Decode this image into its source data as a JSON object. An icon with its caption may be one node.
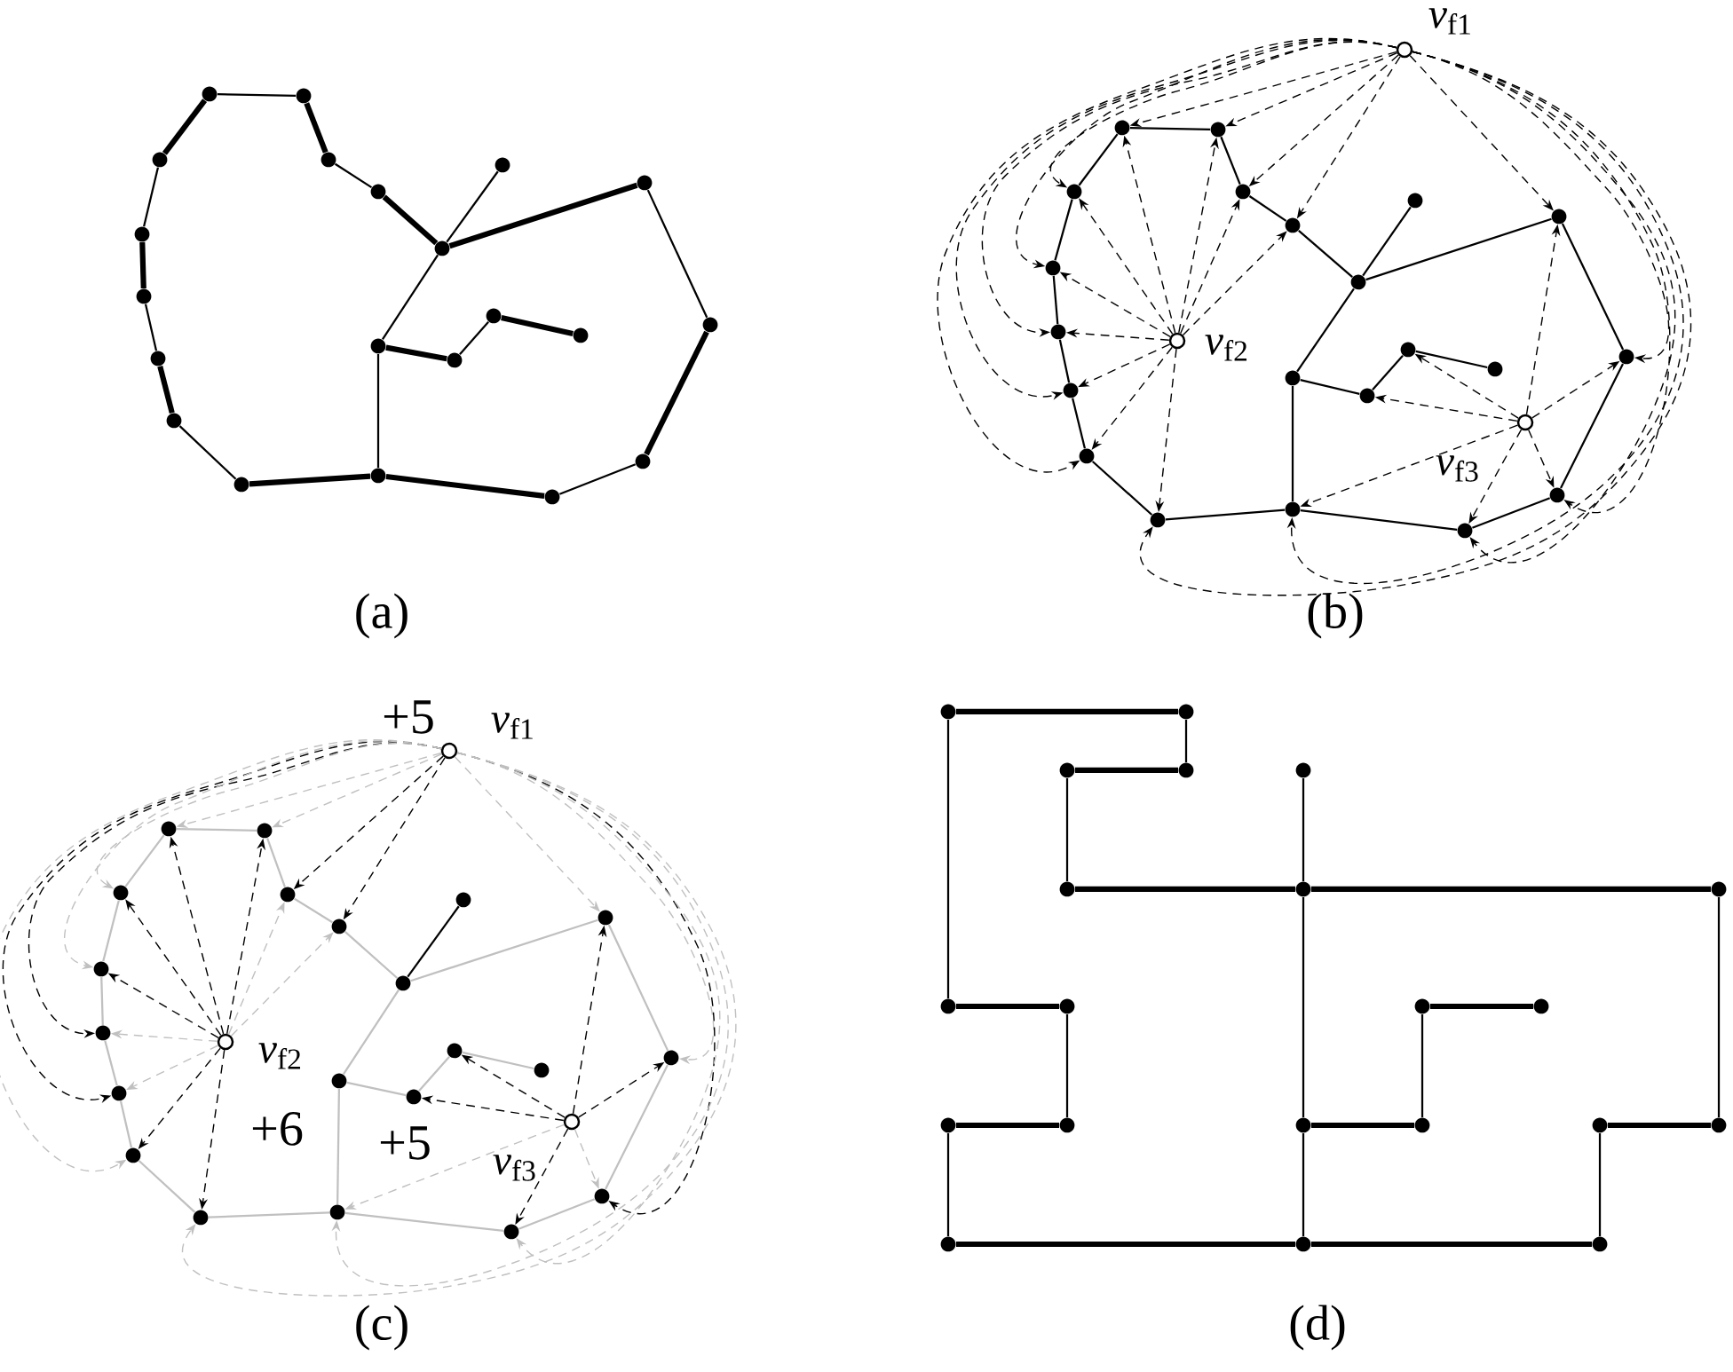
{
  "diagram": {
    "nodes": [
      {
        "text": [],
        "shape": "dot"
      },
      {
        "text": [],
        "shape": "dot"
      },
      {
        "text": [],
        "shape": "dot"
      },
      {
        "text": [],
        "shape": "dot"
      },
      {
        "text": [],
        "shape": "dot"
      },
      {
        "text": [],
        "shape": "dot"
      },
      {
        "text": [],
        "shape": "dot"
      },
      {
        "text": [],
        "shape": "dot"
      },
      {
        "text": [],
        "shape": "dot"
      },
      {
        "text": [],
        "shape": "dot"
      },
      {
        "text": [],
        "shape": "dot"
      },
      {
        "text": [],
        "shape": "dot"
      },
      {
        "text": [],
        "shape": "dot"
      },
      {
        "text": [],
        "shape": "dot"
      },
      {
        "text": [],
        "shape": "dot"
      },
      {
        "text": [],
        "shape": "dot"
      },
      {
        "text": [],
        "shape": "dot"
      },
      {
        "text": [],
        "shape": "dot"
      },
      {
        "text": [],
        "shape": "dot"
      },
      {
        "text": [],
        "shape": "dot"
      },
      {
        "text": [],
        "shape": "dot"
      },
      {
        "text": [],
        "shape": "circle",
        "beside": [
          "*v*$_{f1}$"
        ]
      },
      {
        "text": [],
        "shape": "dot"
      },
      {
        "text": [],
        "shape": "dot"
      },
      {
        "text": [],
        "shape": "dot"
      },
      {
        "text": [],
        "shape": "dot"
      },
      {
        "text": [],
        "shape": "dot"
      },
      {
        "text": [],
        "shape": "dot"
      },
      {
        "text": [],
        "shape": "dot"
      },
      {
        "text": [],
        "shape": "dot"
      },
      {
        "text": [],
        "shape": "dot"
      },
      {
        "text": [],
        "shape": "dot"
      },
      {
        "text": [],
        "shape": "dot"
      },
      {
        "text": [],
        "shape": "dot"
      },
      {
        "text": [],
        "shape": "dot"
      },
      {
        "text": [],
        "shape": "dot"
      },
      {
        "text": [],
        "shape": "dot"
      },
      {
        "text": [],
        "shape": "dot"
      },
      {
        "text": [],
        "shape": "dot"
      },
      {
        "text": [],
        "shape": "dot"
      },
      {
        "text": [],
        "shape": "dot"
      },
      {
        "text": [],
        "shape": "dot"
      },
      {
        "text": [],
        "shape": "dot"
      },
      {
        "text": [],
        "shape": "circle",
        "beside": [
          "*v*$_{f2}$"
        ]
      },
      {
        "text": [],
        "shape": "circle",
        "beside": [
          "*v*$_{f3}$"
        ]
      },
      {
        "text": [],
        "shape": "circle",
        "beside": [
          "*v*$_{f1}$"
        ]
      },
      {
        "text": [],
        "shape": "dot"
      },
      {
        "text": [],
        "shape": "dot"
      },
      {
        "text": [],
        "shape": "dot"
      },
      {
        "text": [],
        "shape": "dot"
      },
      {
        "text": [],
        "shape": "dot"
      },
      {
        "text": [],
        "shape": "dot"
      },
      {
        "text": [],
        "shape": "dot"
      },
      {
        "text": [],
        "shape": "dot"
      },
      {
        "text": [],
        "shape": "dot"
      },
      {
        "text": [],
        "shape": "dot"
      },
      {
        "text": [],
        "shape": "dot"
      },
      {
        "text": [],
        "shape": "dot"
      },
      {
        "text": [],
        "shape": "dot"
      },
      {
        "text": [],
        "shape": "dot"
      },
      {
        "text": [],
        "shape": "dot"
      },
      {
        "text": [],
        "shape": "dot"
      },
      {
        "text": [],
        "shape": "dot"
      },
      {
        "text": [],
        "shape": "dot"
      },
      {
        "text": [],
        "shape": "dot"
      },
      {
        "text": [],
        "shape": "dot"
      },
      {
        "text": [],
        "shape": "dot"
      },
      {
        "text": [],
        "shape": "circle",
        "beside": [
          "*v*$_{f2}$"
        ]
      },
      {
        "text": [],
        "shape": "circle",
        "beside": [
          "*v*$_{f3}$"
        ]
      },
      {
        "text": [],
        "shape": "dot"
      },
      {
        "text": [],
        "shape": "dot"
      },
      {
        "text": [],
        "shape": "dot"
      },
      {
        "text": [],
        "shape": "dot"
      },
      {
        "text": [],
        "shape": "dot"
      },
      {
        "text": [],
        "shape": "dot"
      },
      {
        "text": [],
        "shape": "dot"
      },
      {
        "text": [],
        "shape": "dot"
      },
      {
        "text": [],
        "shape": "dot"
      },
      {
        "text": [],
        "shape": "dot"
      },
      {
        "text": [],
        "shape": "dot"
      },
      {
        "text": [],
        "shape": "dot"
      },
      {
        "text": [],
        "shape": "dot"
      },
      {
        "text": [],
        "shape": "dot"
      },
      {
        "text": [],
        "shape": "dot"
      },
      {
        "text": [],
        "shape": "dot"
      },
      {
        "text": [],
        "shape": "dot"
      },
      {
        "text": [],
        "shape": "dot"
      },
      {
        "text": [],
        "shape": "dot"
      },
      {
        "text": [],
        "shape": "dot"
      },
      {
        "text": [],
        "shape": "dot"
      }
    ],
    "edges": [
      {
        "from": 0,
        "to": 1,
        "arrow": "none"
      },
      {
        "from": 1,
        "to": 2,
        "arrow": "none",
        "style": "thick"
      },
      {
        "from": 2,
        "to": 3,
        "arrow": "none"
      },
      {
        "from": 3,
        "to": 4,
        "arrow": "none",
        "style": "thick"
      },
      {
        "from": 4,
        "to": 5,
        "arrow": "none"
      },
      {
        "from": 4,
        "to": 6,
        "arrow": "none",
        "style": "thick"
      },
      {
        "from": 6,
        "to": 7,
        "arrow": "none"
      },
      {
        "from": 7,
        "to": 8,
        "arrow": "none",
        "style": "thick"
      },
      {
        "from": 8,
        "to": 9,
        "arrow": "none"
      },
      {
        "from": 9,
        "to": 10,
        "arrow": "none",
        "style": "thick"
      },
      {
        "from": 10,
        "to": 11,
        "arrow": "none",
        "style": "thick"
      },
      {
        "from": 11,
        "to": 12,
        "arrow": "none"
      },
      {
        "from": 12,
        "to": 13,
        "arrow": "none",
        "style": "thick"
      },
      {
        "from": 13,
        "to": 14,
        "arrow": "none"
      },
      {
        "from": 14,
        "to": 15,
        "arrow": "none",
        "style": "thick"
      },
      {
        "from": 15,
        "to": 16,
        "arrow": "none"
      },
      {
        "from": 16,
        "to": 0,
        "arrow": "none",
        "style": "thick"
      },
      {
        "from": 4,
        "to": 17,
        "arrow": "none"
      },
      {
        "from": 17,
        "to": 10,
        "arrow": "none"
      },
      {
        "from": 17,
        "to": 18,
        "arrow": "none",
        "style": "thick"
      },
      {
        "from": 18,
        "to": 19,
        "arrow": "none"
      },
      {
        "from": 19,
        "to": 20,
        "arrow": "none",
        "style": "thick"
      },
      {
        "from": 22,
        "to": 23,
        "arrow": "none"
      },
      {
        "from": 23,
        "to": 24,
        "arrow": "none"
      },
      {
        "from": 24,
        "to": 25,
        "arrow": "none"
      },
      {
        "from": 25,
        "to": 26,
        "arrow": "none"
      },
      {
        "from": 26,
        "to": 27,
        "arrow": "none"
      },
      {
        "from": 26,
        "to": 28,
        "arrow": "none"
      },
      {
        "from": 28,
        "to": 29,
        "arrow": "none"
      },
      {
        "from": 29,
        "to": 30,
        "arrow": "none"
      },
      {
        "from": 30,
        "to": 31,
        "arrow": "none"
      },
      {
        "from": 31,
        "to": 32,
        "arrow": "none"
      },
      {
        "from": 32,
        "to": 33,
        "arrow": "none"
      },
      {
        "from": 33,
        "to": 34,
        "arrow": "none"
      },
      {
        "from": 34,
        "to": 35,
        "arrow": "none"
      },
      {
        "from": 35,
        "to": 36,
        "arrow": "none"
      },
      {
        "from": 36,
        "to": 37,
        "arrow": "none"
      },
      {
        "from": 37,
        "to": 38,
        "arrow": "none"
      },
      {
        "from": 38,
        "to": 22,
        "arrow": "none"
      },
      {
        "from": 26,
        "to": 39,
        "arrow": "none"
      },
      {
        "from": 39,
        "to": 32,
        "arrow": "none"
      },
      {
        "from": 39,
        "to": 40,
        "arrow": "none"
      },
      {
        "from": 40,
        "to": 41,
        "arrow": "none"
      },
      {
        "from": 41,
        "to": 42,
        "arrow": "none"
      },
      {
        "from": 21,
        "to": 22,
        "arrow": "to",
        "style": "dashed"
      },
      {
        "from": 21,
        "to": 23,
        "arrow": "to",
        "style": "dashed"
      },
      {
        "from": 21,
        "to": 24,
        "arrow": "to",
        "style": "dashed"
      },
      {
        "from": 21,
        "to": 25,
        "arrow": "to",
        "style": "dashed"
      },
      {
        "from": 21,
        "to": 28,
        "arrow": "to",
        "style": "dashed"
      },
      {
        "from": 21,
        "to": 29,
        "arrow": "to",
        "style": "dashed"
      },
      {
        "from": 21,
        "to": 30,
        "arrow": "to",
        "style": "dashed"
      },
      {
        "from": 21,
        "to": 31,
        "arrow": "to",
        "style": "dashed"
      },
      {
        "from": 21,
        "to": 32,
        "arrow": "to",
        "style": "dashed"
      },
      {
        "from": 21,
        "to": 33,
        "arrow": "to",
        "style": "dashed"
      },
      {
        "from": 21,
        "to": 34,
        "arrow": "to",
        "style": "dashed"
      },
      {
        "from": 21,
        "to": 35,
        "arrow": "to",
        "style": "dashed"
      },
      {
        "from": 21,
        "to": 36,
        "arrow": "to",
        "style": "dashed"
      },
      {
        "from": 21,
        "to": 37,
        "arrow": "to",
        "style": "dashed"
      },
      {
        "from": 21,
        "to": 38,
        "arrow": "to",
        "style": "dashed"
      },
      {
        "from": 43,
        "to": 22,
        "arrow": "to",
        "style": "dashed"
      },
      {
        "from": 43,
        "to": 23,
        "arrow": "to",
        "style": "dashed"
      },
      {
        "from": 43,
        "to": 24,
        "arrow": "to",
        "style": "dashed"
      },
      {
        "from": 43,
        "to": 25,
        "arrow": "to",
        "style": "dashed"
      },
      {
        "from": 43,
        "to": 33,
        "arrow": "to",
        "style": "dashed"
      },
      {
        "from": 43,
        "to": 34,
        "arrow": "to",
        "style": "dashed"
      },
      {
        "from": 43,
        "to": 35,
        "arrow": "to",
        "style": "dashed"
      },
      {
        "from": 43,
        "to": 36,
        "arrow": "to",
        "style": "dashed"
      },
      {
        "from": 43,
        "to": 37,
        "arrow": "to",
        "style": "dashed"
      },
      {
        "from": 43,
        "to": 38,
        "arrow": "to",
        "style": "dashed"
      },
      {
        "from": 44,
        "to": 28,
        "arrow": "to",
        "style": "dashed"
      },
      {
        "from": 44,
        "to": 29,
        "arrow": "to",
        "style": "dashed"
      },
      {
        "from": 44,
        "to": 30,
        "arrow": "to",
        "style": "dashed"
      },
      {
        "from": 44,
        "to": 31,
        "arrow": "to",
        "style": "dashed"
      },
      {
        "from": 44,
        "to": 32,
        "arrow": "to",
        "style": "dashed"
      },
      {
        "from": 44,
        "to": 40,
        "arrow": "to",
        "style": "dashed"
      },
      {
        "from": 44,
        "to": 41,
        "arrow": "to",
        "style": "dashed"
      },
      {
        "from": 46,
        "to": 47,
        "arrow": "none",
        "color": "#c0c0c0"
      },
      {
        "from": 47,
        "to": 48,
        "arrow": "none",
        "color": "#c0c0c0"
      },
      {
        "from": 48,
        "to": 49,
        "arrow": "none",
        "color": "#c0c0c0"
      },
      {
        "from": 49,
        "to": 50,
        "arrow": "none",
        "color": "#c0c0c0"
      },
      {
        "from": 50,
        "to": 51,
        "arrow": "none"
      },
      {
        "from": 50,
        "to": 52,
        "arrow": "none",
        "color": "#c0c0c0"
      },
      {
        "from": 52,
        "to": 53,
        "arrow": "none",
        "color": "#c0c0c0"
      },
      {
        "from": 53,
        "to": 54,
        "arrow": "none",
        "color": "#c0c0c0"
      },
      {
        "from": 54,
        "to": 55,
        "arrow": "none",
        "color": "#c0c0c0"
      },
      {
        "from": 55,
        "to": 56,
        "arrow": "none",
        "color": "#c0c0c0"
      },
      {
        "from": 56,
        "to": 57,
        "arrow": "none",
        "color": "#c0c0c0"
      },
      {
        "from": 57,
        "to": 58,
        "arrow": "none",
        "color": "#c0c0c0"
      },
      {
        "from": 58,
        "to": 59,
        "arrow": "none",
        "color": "#c0c0c0"
      },
      {
        "from": 59,
        "to": 60,
        "arrow": "none",
        "color": "#c0c0c0"
      },
      {
        "from": 60,
        "to": 61,
        "arrow": "none",
        "color": "#c0c0c0"
      },
      {
        "from": 61,
        "to": 62,
        "arrow": "none",
        "color": "#c0c0c0"
      },
      {
        "from": 62,
        "to": 46,
        "arrow": "none",
        "color": "#c0c0c0"
      },
      {
        "from": 50,
        "to": 63,
        "arrow": "none",
        "color": "#c0c0c0"
      },
      {
        "from": 63,
        "to": 56,
        "arrow": "none",
        "color": "#c0c0c0"
      },
      {
        "from": 63,
        "to": 64,
        "arrow": "none",
        "color": "#c0c0c0"
      },
      {
        "from": 64,
        "to": 65,
        "arrow": "none",
        "color": "#c0c0c0"
      },
      {
        "from": 65,
        "to": 66,
        "arrow": "none",
        "color": "#c0c0c0"
      },
      {
        "from": 45,
        "to": 46,
        "arrow": "to",
        "style": "dashed",
        "color": "#c0c0c0"
      },
      {
        "from": 45,
        "to": 47,
        "arrow": "to",
        "style": "dashed",
        "color": "#c0c0c0"
      },
      {
        "from": 45,
        "to": 48,
        "arrow": "to",
        "style": "dashed"
      },
      {
        "from": 45,
        "to": 49,
        "arrow": "to",
        "style": "dashed"
      },
      {
        "from": 45,
        "to": 52,
        "arrow": "to",
        "style": "dashed",
        "color": "#c0c0c0"
      },
      {
        "from": 45,
        "to": 53,
        "arrow": "to",
        "style": "dashed",
        "color": "#c0c0c0"
      },
      {
        "from": 45,
        "to": 54,
        "arrow": "to",
        "style": "dashed"
      },
      {
        "from": 45,
        "to": 55,
        "arrow": "to",
        "style": "dashed",
        "color": "#c0c0c0"
      },
      {
        "from": 45,
        "to": 56,
        "arrow": "to",
        "style": "dashed",
        "color": "#c0c0c0"
      },
      {
        "from": 45,
        "to": 57,
        "arrow": "to",
        "style": "dashed",
        "color": "#c0c0c0"
      },
      {
        "from": 45,
        "to": 58,
        "arrow": "to",
        "style": "dashed",
        "color": "#c0c0c0"
      },
      {
        "from": 45,
        "to": 59,
        "arrow": "to",
        "style": "dashed"
      },
      {
        "from": 45,
        "to": 60,
        "arrow": "to",
        "style": "dashed"
      },
      {
        "from": 45,
        "to": 61,
        "arrow": "to",
        "style": "dashed",
        "color": "#c0c0c0"
      },
      {
        "from": 45,
        "to": 62,
        "arrow": "to",
        "style": "dashed",
        "color": "#c0c0c0"
      },
      {
        "from": 67,
        "to": 46,
        "arrow": "to",
        "style": "dashed"
      },
      {
        "from": 67,
        "to": 47,
        "arrow": "to",
        "style": "dashed"
      },
      {
        "from": 67,
        "to": 48,
        "arrow": "to",
        "style": "dashed",
        "color": "#c0c0c0"
      },
      {
        "from": 67,
        "to": 49,
        "arrow": "to",
        "style": "dashed",
        "color": "#c0c0c0"
      },
      {
        "from": 67,
        "to": 57,
        "arrow": "to",
        "style": "dashed"
      },
      {
        "from": 67,
        "to": 58,
        "arrow": "to",
        "style": "dashed"
      },
      {
        "from": 67,
        "to": 59,
        "arrow": "to",
        "style": "dashed",
        "color": "#c0c0c0"
      },
      {
        "from": 67,
        "to": 60,
        "arrow": "to",
        "style": "dashed",
        "color": "#c0c0c0"
      },
      {
        "from": 67,
        "to": 61,
        "arrow": "to",
        "style": "dashed"
      },
      {
        "from": 67,
        "to": 62,
        "arrow": "to",
        "style": "dashed"
      },
      {
        "from": 68,
        "to": 52,
        "arrow": "to",
        "style": "dashed"
      },
      {
        "from": 68,
        "to": 53,
        "arrow": "to",
        "style": "dashed"
      },
      {
        "from": 68,
        "to": 54,
        "arrow": "to",
        "style": "dashed",
        "color": "#c0c0c0"
      },
      {
        "from": 68,
        "to": 55,
        "arrow": "to",
        "style": "dashed"
      },
      {
        "from": 68,
        "to": 56,
        "arrow": "to",
        "style": "dashed",
        "color": "#c0c0c0"
      },
      {
        "from": 68,
        "to": 64,
        "arrow": "to",
        "style": "dashed"
      },
      {
        "from": 68,
        "to": 65,
        "arrow": "to",
        "style": "dashed"
      },
      {
        "from": 69,
        "to": 70,
        "arrow": "none",
        "style": "thick"
      },
      {
        "from": 70,
        "to": 72,
        "arrow": "none"
      },
      {
        "from": 71,
        "to": 72,
        "arrow": "none",
        "style": "thick"
      },
      {
        "from": 71,
        "to": 74,
        "arrow": "none"
      },
      {
        "from": 74,
        "to": 75,
        "arrow": "none",
        "style": "thick"
      },
      {
        "from": 75,
        "to": 76,
        "arrow": "none",
        "style": "thick"
      },
      {
        "from": 73,
        "to": 75,
        "arrow": "none"
      },
      {
        "from": 69,
        "to": 77,
        "arrow": "none"
      },
      {
        "from": 77,
        "to": 78,
        "arrow": "none",
        "style": "thick"
      },
      {
        "from": 78,
        "to": 82,
        "arrow": "none"
      },
      {
        "from": 81,
        "to": 82,
        "arrow": "none",
        "style": "thick"
      },
      {
        "from": 81,
        "to": 87,
        "arrow": "none"
      },
      {
        "from": 87,
        "to": 88,
        "arrow": "none",
        "style": "thick"
      },
      {
        "from": 88,
        "to": 89,
        "arrow": "none",
        "style": "thick"
      },
      {
        "from": 75,
        "to": 83,
        "arrow": "none"
      },
      {
        "from": 83,
        "to": 88,
        "arrow": "none"
      },
      {
        "from": 83,
        "to": 84,
        "arrow": "none",
        "style": "thick"
      },
      {
        "from": 84,
        "to": 79,
        "arrow": "none"
      },
      {
        "from": 79,
        "to": 80,
        "arrow": "none",
        "style": "thick"
      },
      {
        "from": 85,
        "to": 89,
        "arrow": "none"
      },
      {
        "from": 85,
        "to": 86,
        "arrow": "none",
        "style": "thick"
      },
      {
        "from": 86,
        "to": 76,
        "arrow": "none"
      }
    ],
    "labels": [
      "(a)",
      "(b)",
      "+5",
      "+6",
      "+5",
      "(c)",
      "(d)"
    ]
  }
}
